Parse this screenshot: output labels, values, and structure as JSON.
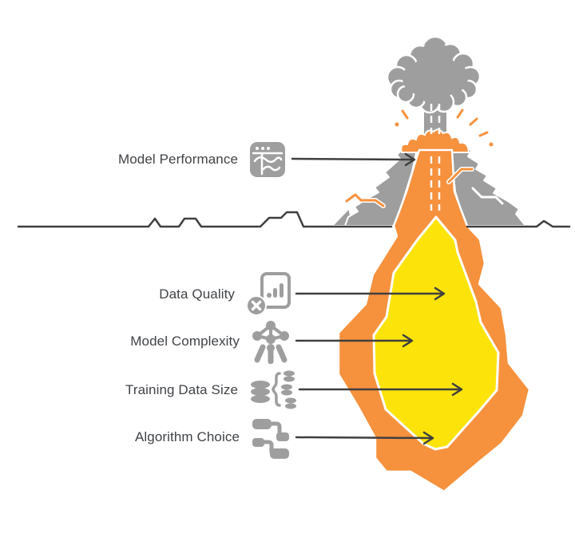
{
  "colors": {
    "smoke_gray": "#9E9E9E",
    "magma_orange": "#F6913D",
    "magma_yellow": "#FCE40B",
    "line_dark": "#3F3F3F",
    "label_text": "#404347",
    "background": "#FFFFFF"
  },
  "surface_label": {
    "label": "Model Performance",
    "icon": "performance-dashboard-icon"
  },
  "subsurface_labels": [
    {
      "label": "Data Quality",
      "icon": "file-x-barchart-icon"
    },
    {
      "label": "Model Complexity",
      "icon": "atomium-network-icon"
    },
    {
      "label": "Training Data Size",
      "icon": "database-brace-icon"
    },
    {
      "label": "Algorithm Choice",
      "icon": "flowchart-branch-icon"
    }
  ],
  "scene": {
    "above_ground": "erupting volcano with smoke plume",
    "below_ground": "magma chamber (hidden factors)"
  }
}
